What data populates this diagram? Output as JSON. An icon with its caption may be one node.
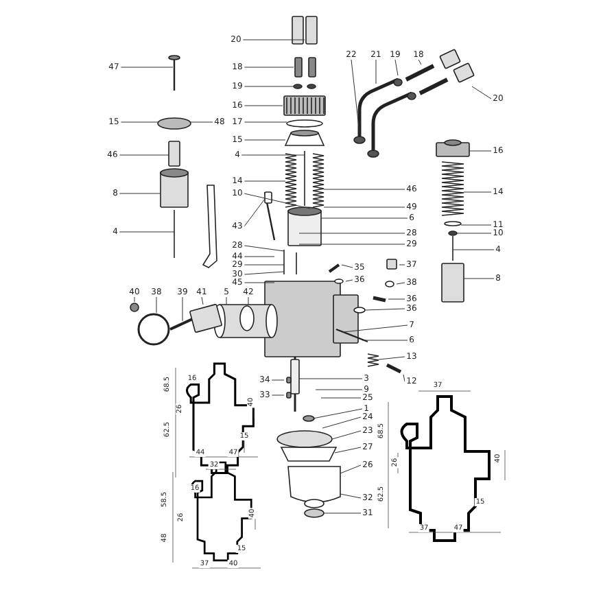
{
  "diagram": {
    "nodes": [
      {
        "text": [
          "20"
        ]
      },
      {
        "text": [
          "18"
        ]
      },
      {
        "text": [
          "19"
        ]
      },
      {
        "text": [
          "16"
        ]
      },
      {
        "text": [
          "17"
        ]
      },
      {
        "text": [
          "15"
        ]
      },
      {
        "text": [
          "4"
        ]
      },
      {
        "text": [
          "14"
        ]
      },
      {
        "text": [
          "10"
        ]
      },
      {
        "text": [
          "43"
        ]
      },
      {
        "text": [
          "28"
        ]
      },
      {
        "text": [
          "44"
        ]
      },
      {
        "text": [
          "29"
        ]
      },
      {
        "text": [
          "30"
        ]
      },
      {
        "text": [
          "45"
        ]
      },
      {
        "text": [
          "47"
        ]
      },
      {
        "text": [
          "15"
        ]
      },
      {
        "text": [
          "48"
        ]
      },
      {
        "text": [
          "46"
        ]
      },
      {
        "text": [
          "8"
        ]
      },
      {
        "text": [
          "4"
        ]
      },
      {
        "text": [
          "22"
        ]
      },
      {
        "text": [
          "21"
        ]
      },
      {
        "text": [
          "19"
        ]
      },
      {
        "text": [
          "18"
        ]
      },
      {
        "text": [
          "20"
        ]
      },
      {
        "text": [
          "16"
        ]
      },
      {
        "text": [
          "14"
        ]
      },
      {
        "text": [
          "11"
        ]
      },
      {
        "text": [
          "10"
        ]
      },
      {
        "text": [
          "4"
        ]
      },
      {
        "text": [
          "8"
        ]
      },
      {
        "text": [
          "46"
        ]
      },
      {
        "text": [
          "49"
        ]
      },
      {
        "text": [
          "6"
        ]
      },
      {
        "text": [
          "28"
        ]
      },
      {
        "text": [
          "29"
        ]
      },
      {
        "text": [
          "35"
        ]
      },
      {
        "text": [
          "37"
        ]
      },
      {
        "text": [
          "36"
        ]
      },
      {
        "text": [
          "38"
        ]
      },
      {
        "text": [
          "36"
        ]
      },
      {
        "text": [
          "36"
        ]
      },
      {
        "text": [
          "7"
        ]
      },
      {
        "text": [
          "6"
        ]
      },
      {
        "text": [
          "13"
        ]
      },
      {
        "text": [
          "3"
        ]
      },
      {
        "text": [
          "12"
        ]
      },
      {
        "text": [
          "9"
        ]
      },
      {
        "text": [
          "25"
        ]
      },
      {
        "text": [
          "1"
        ]
      },
      {
        "text": [
          "24"
        ]
      },
      {
        "text": [
          "23"
        ]
      },
      {
        "text": [
          "27"
        ]
      },
      {
        "text": [
          "26"
        ]
      },
      {
        "text": [
          "32"
        ]
      },
      {
        "text": [
          "31"
        ]
      },
      {
        "text": [
          "40"
        ]
      },
      {
        "text": [
          "38"
        ]
      },
      {
        "text": [
          "39"
        ]
      },
      {
        "text": [
          "41"
        ]
      },
      {
        "text": [
          "5"
        ]
      },
      {
        "text": [
          "42"
        ]
      },
      {
        "text": [
          "34"
        ]
      },
      {
        "text": [
          "33"
        ]
      }
    ],
    "edges": [
      {
        "from": 0,
        "to": null,
        "arrow": "none"
      },
      {
        "from": 1,
        "to": null,
        "arrow": "none"
      },
      {
        "from": 2,
        "to": null,
        "arrow": "none"
      },
      {
        "from": 3,
        "to": null,
        "arrow": "none"
      },
      {
        "from": 4,
        "to": null,
        "arrow": "none"
      },
      {
        "from": 5,
        "to": null,
        "arrow": "none"
      },
      {
        "from": 6,
        "to": null,
        "arrow": "none"
      },
      {
        "from": 7,
        "to": null,
        "arrow": "none"
      },
      {
        "from": 8,
        "to": null,
        "arrow": "none"
      },
      {
        "from": 9,
        "to": null,
        "arrow": "none"
      },
      {
        "from": 10,
        "to": null,
        "arrow": "none"
      },
      {
        "from": 11,
        "to": null,
        "arrow": "none"
      },
      {
        "from": 12,
        "to": null,
        "arrow": "none"
      },
      {
        "from": 13,
        "to": null,
        "arrow": "none"
      },
      {
        "from": 14,
        "to": null,
        "arrow": "none"
      },
      {
        "from": 15,
        "to": null,
        "arrow": "none"
      },
      {
        "from": 16,
        "to": null,
        "arrow": "none"
      },
      {
        "from": 17,
        "to": null,
        "arrow": "none"
      },
      {
        "from": 18,
        "to": null,
        "arrow": "none"
      },
      {
        "from": 19,
        "to": null,
        "arrow": "none"
      },
      {
        "from": 20,
        "to": null,
        "arrow": "none"
      },
      {
        "from": 21,
        "to": null,
        "arrow": "none"
      },
      {
        "from": 22,
        "to": null,
        "arrow": "none"
      },
      {
        "from": 23,
        "to": null,
        "arrow": "none"
      },
      {
        "from": 24,
        "to": null,
        "arrow": "none"
      },
      {
        "from": 25,
        "to": null,
        "arrow": "none"
      },
      {
        "from": 26,
        "to": null,
        "arrow": "none"
      },
      {
        "from": 27,
        "to": null,
        "arrow": "none"
      },
      {
        "from": 28,
        "to": null,
        "arrow": "none"
      },
      {
        "from": 29,
        "to": null,
        "arrow": "none"
      },
      {
        "from": 30,
        "to": null,
        "arrow": "none"
      },
      {
        "from": 31,
        "to": null,
        "arrow": "none"
      },
      {
        "from": 32,
        "to": null,
        "arrow": "none"
      },
      {
        "from": 33,
        "to": null,
        "arrow": "none"
      },
      {
        "from": 34,
        "to": null,
        "arrow": "none"
      },
      {
        "from": 35,
        "to": null,
        "arrow": "none"
      },
      {
        "from": 36,
        "to": null,
        "arrow": "none"
      },
      {
        "from": 37,
        "to": null,
        "arrow": "none"
      },
      {
        "from": 38,
        "to": null,
        "arrow": "none"
      },
      {
        "from": 39,
        "to": null,
        "arrow": "none"
      },
      {
        "from": 40,
        "to": null,
        "arrow": "none"
      },
      {
        "from": 41,
        "to": null,
        "arrow": "none"
      },
      {
        "from": 42,
        "to": null,
        "arrow": "none"
      },
      {
        "from": 43,
        "to": null,
        "arrow": "none"
      },
      {
        "from": 44,
        "to": null,
        "arrow": "none"
      },
      {
        "from": 45,
        "to": null,
        "arrow": "none"
      },
      {
        "from": 46,
        "to": null,
        "arrow": "none"
      },
      {
        "from": 47,
        "to": null,
        "arrow": "none"
      },
      {
        "from": 48,
        "to": null,
        "arrow": "none"
      },
      {
        "from": 49,
        "to": null,
        "arrow": "none"
      },
      {
        "from": 50,
        "to": null,
        "arrow": "none"
      },
      {
        "from": 51,
        "to": null,
        "arrow": "none"
      },
      {
        "from": 52,
        "to": null,
        "arrow": "none"
      },
      {
        "from": 53,
        "to": null,
        "arrow": "none"
      },
      {
        "from": 54,
        "to": null,
        "arrow": "none"
      },
      {
        "from": 55,
        "to": null,
        "arrow": "none"
      },
      {
        "from": 56,
        "to": null,
        "arrow": "none"
      },
      {
        "from": 57,
        "to": null,
        "arrow": "none"
      },
      {
        "from": 58,
        "to": null,
        "arrow": "none"
      },
      {
        "from": 59,
        "to": null,
        "arrow": "none"
      },
      {
        "from": 60,
        "to": null,
        "arrow": "none"
      },
      {
        "from": 61,
        "to": null,
        "arrow": "none"
      },
      {
        "from": 62,
        "to": null,
        "arrow": "none"
      },
      {
        "from": 63,
        "to": null,
        "arrow": "none"
      },
      {
        "from": 64,
        "to": null,
        "arrow": "none"
      }
    ],
    "labels": [
      "37",
      "68.5",
      "26",
      "62.5",
      "40",
      "15",
      "37",
      "47",
      "68.5",
      "16",
      "26",
      "40",
      "62.5",
      "15",
      "44",
      "47",
      "32",
      "58.5",
      "16",
      "26",
      "40",
      "48",
      "15",
      "37",
      "40"
    ]
  }
}
